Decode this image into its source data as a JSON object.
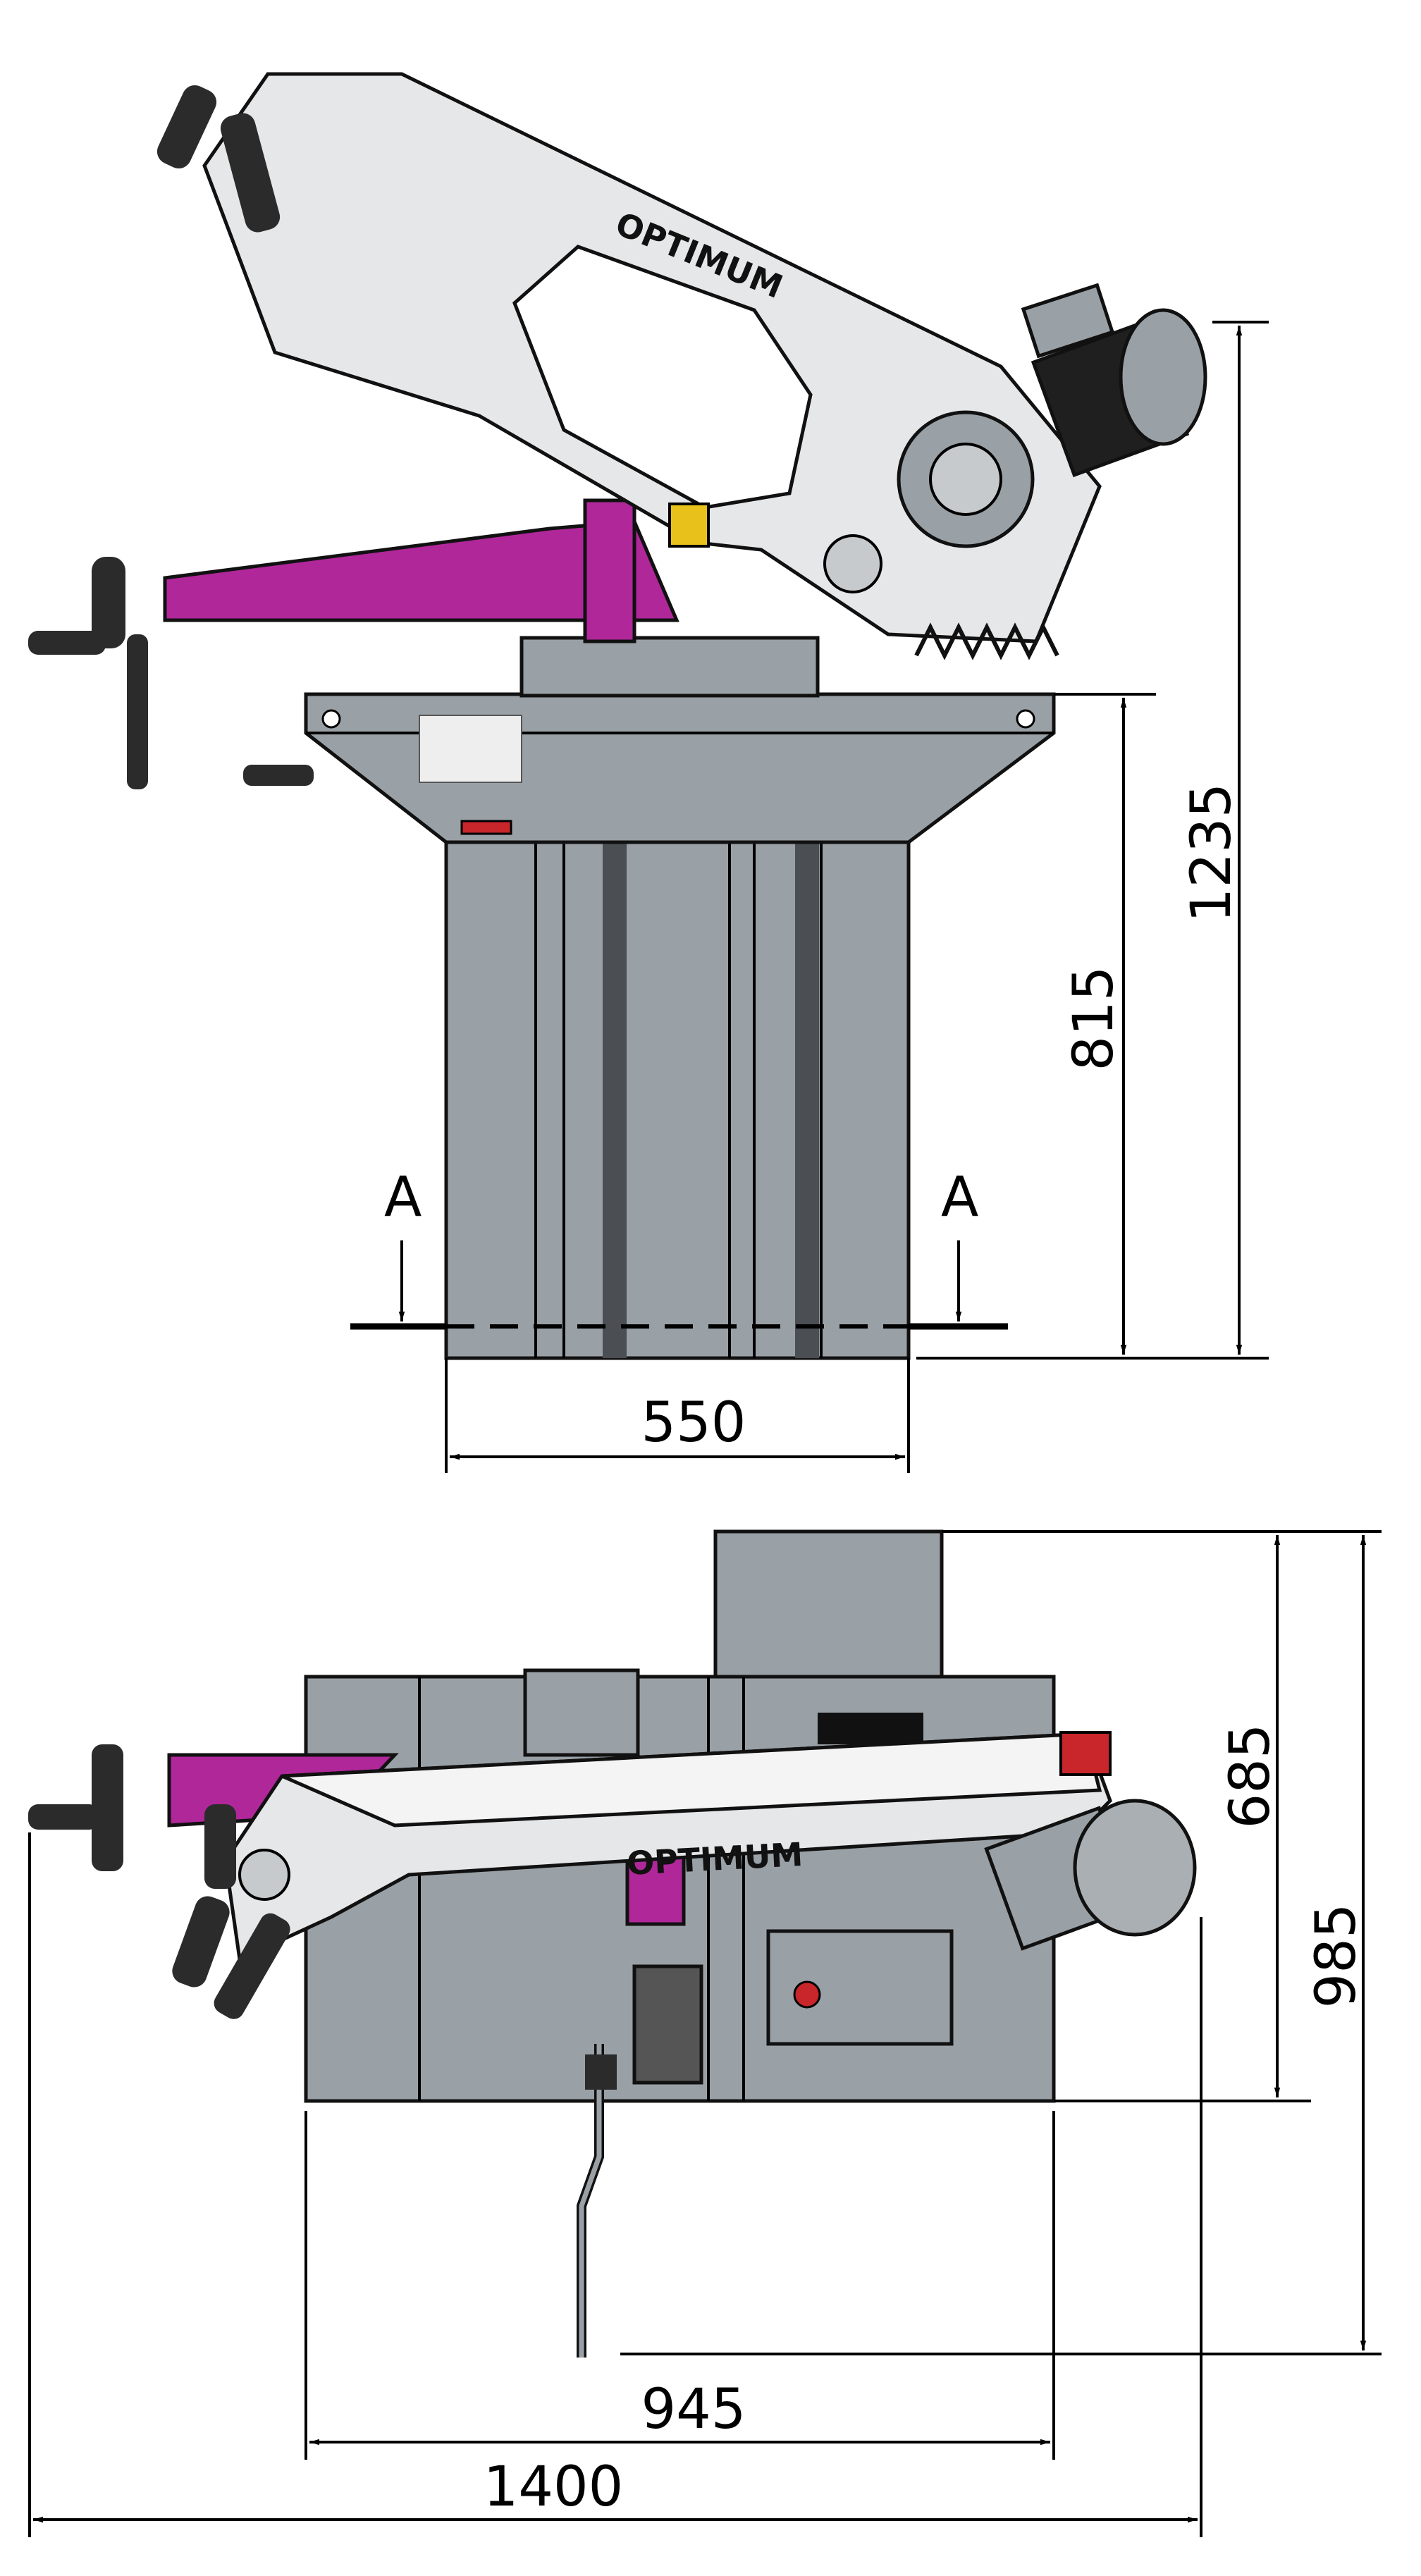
{
  "drawing": {
    "brand_label": "OPTIMUM",
    "front_view": {
      "height_total": "1235",
      "height_table": "815",
      "width_stand": "550",
      "section_label_left": "A",
      "section_label_right": "A"
    },
    "top_view": {
      "depth_base": "685",
      "depth_total": "985",
      "width_base": "945",
      "width_total": "1400"
    },
    "colors": {
      "machine_grey": "#9aa1a6",
      "light_grey": "#e6e7e9",
      "accent_magenta": "#b0279a",
      "dark": "#2b2b2b",
      "warning_yellow": "#e8c21a",
      "red": "#c8262a"
    }
  }
}
